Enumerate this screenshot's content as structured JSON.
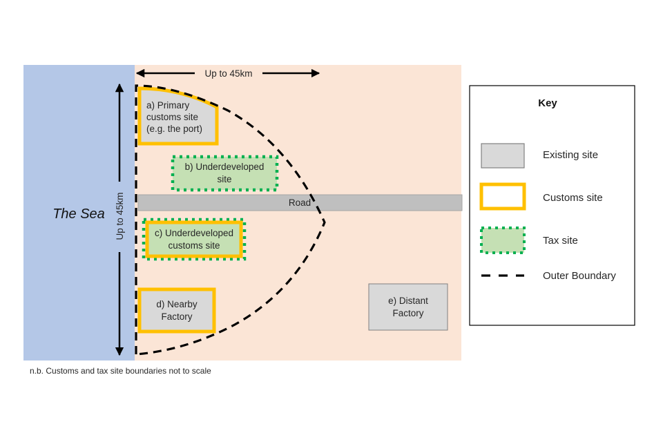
{
  "diagram": {
    "sea_label": "The Sea",
    "horizontal_distance_label": "Up to 45km",
    "vertical_distance_label": "Up to 45km",
    "road_label": "Road",
    "footnote": "n.b. Customs and tax site boundaries not to scale",
    "sites": [
      {
        "id": "a",
        "line1": "a) Primary",
        "line2": "customs site",
        "line3": "(e.g. the port)",
        "types": [
          "existing",
          "customs"
        ]
      },
      {
        "id": "b",
        "line1": "b) Underdeveloped",
        "line2": "site",
        "types": [
          "tax"
        ]
      },
      {
        "id": "c",
        "line1": "c) Underdeveloped",
        "line2": "customs site",
        "types": [
          "tax",
          "customs"
        ]
      },
      {
        "id": "d",
        "line1": "d) Nearby",
        "line2": "Factory",
        "types": [
          "existing",
          "customs"
        ]
      },
      {
        "id": "e",
        "line1": "e) Distant",
        "line2": "Factory",
        "types": [
          "existing"
        ]
      }
    ]
  },
  "key": {
    "title": "Key",
    "items": [
      {
        "label": "Existing site",
        "symbol": "grey-box"
      },
      {
        "label": "Customs site",
        "symbol": "yellow-outline-box"
      },
      {
        "label": "Tax site",
        "symbol": "green-dotted-box"
      },
      {
        "label": "Outer Boundary",
        "symbol": "black-dashed-line"
      }
    ]
  },
  "colors": {
    "sea": "#B4C7E7",
    "land": "#FBE5D6",
    "existing_fill": "#D9D9D9",
    "customs_outline": "#FFC000",
    "tax_fill": "#C5E0B4",
    "tax_outline": "#00B050",
    "road": "#BFBFBF",
    "boundary": "#000000"
  }
}
